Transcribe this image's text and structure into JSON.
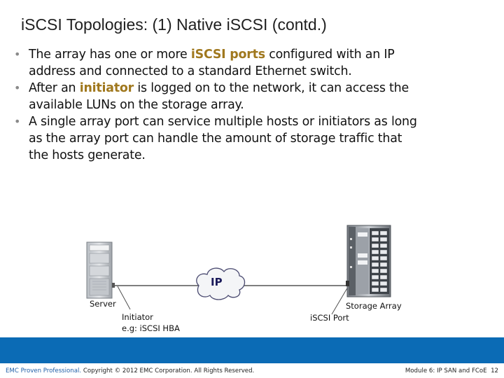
{
  "slide": {
    "title": "iSCSI Topologies: (1) Native iSCSI (contd.)",
    "bullets": [
      {
        "pre": "The array has one or more ",
        "highlight": "iSCSI ports",
        "line1_post": " configured with an IP",
        "line2": "address and connected to a standard Ethernet switch."
      },
      {
        "pre": "After an ",
        "highlight": "initiator",
        "line1_post": " is logged on to the network, it can access the",
        "line2": "available LUNs on the storage array."
      },
      {
        "line1": "A single array port can service multiple hosts or initiators as long",
        "line2": "as the array port can handle the amount of storage traffic that",
        "line3": "the hosts generate."
      }
    ],
    "highlight_color": "#a0781e"
  },
  "diagram": {
    "cloud_label": "IP",
    "server_label": "Server",
    "initiator_label_line1": "Initiator",
    "initiator_label_line2": "e.g: iSCSI HBA",
    "storage_label": "Storage Array",
    "port_label": "iSCSI Port",
    "icons": [
      "server-icon",
      "ip-cloud-icon",
      "storage-array-icon"
    ]
  },
  "footer": {
    "brand": "EMC Proven Professional.",
    "copyright": " Copyright © 2012 EMC Corporation. All Rights Reserved.",
    "module": "Module 6: IP SAN and FCoE",
    "page": "12",
    "band_color": "#0b6bb5"
  }
}
